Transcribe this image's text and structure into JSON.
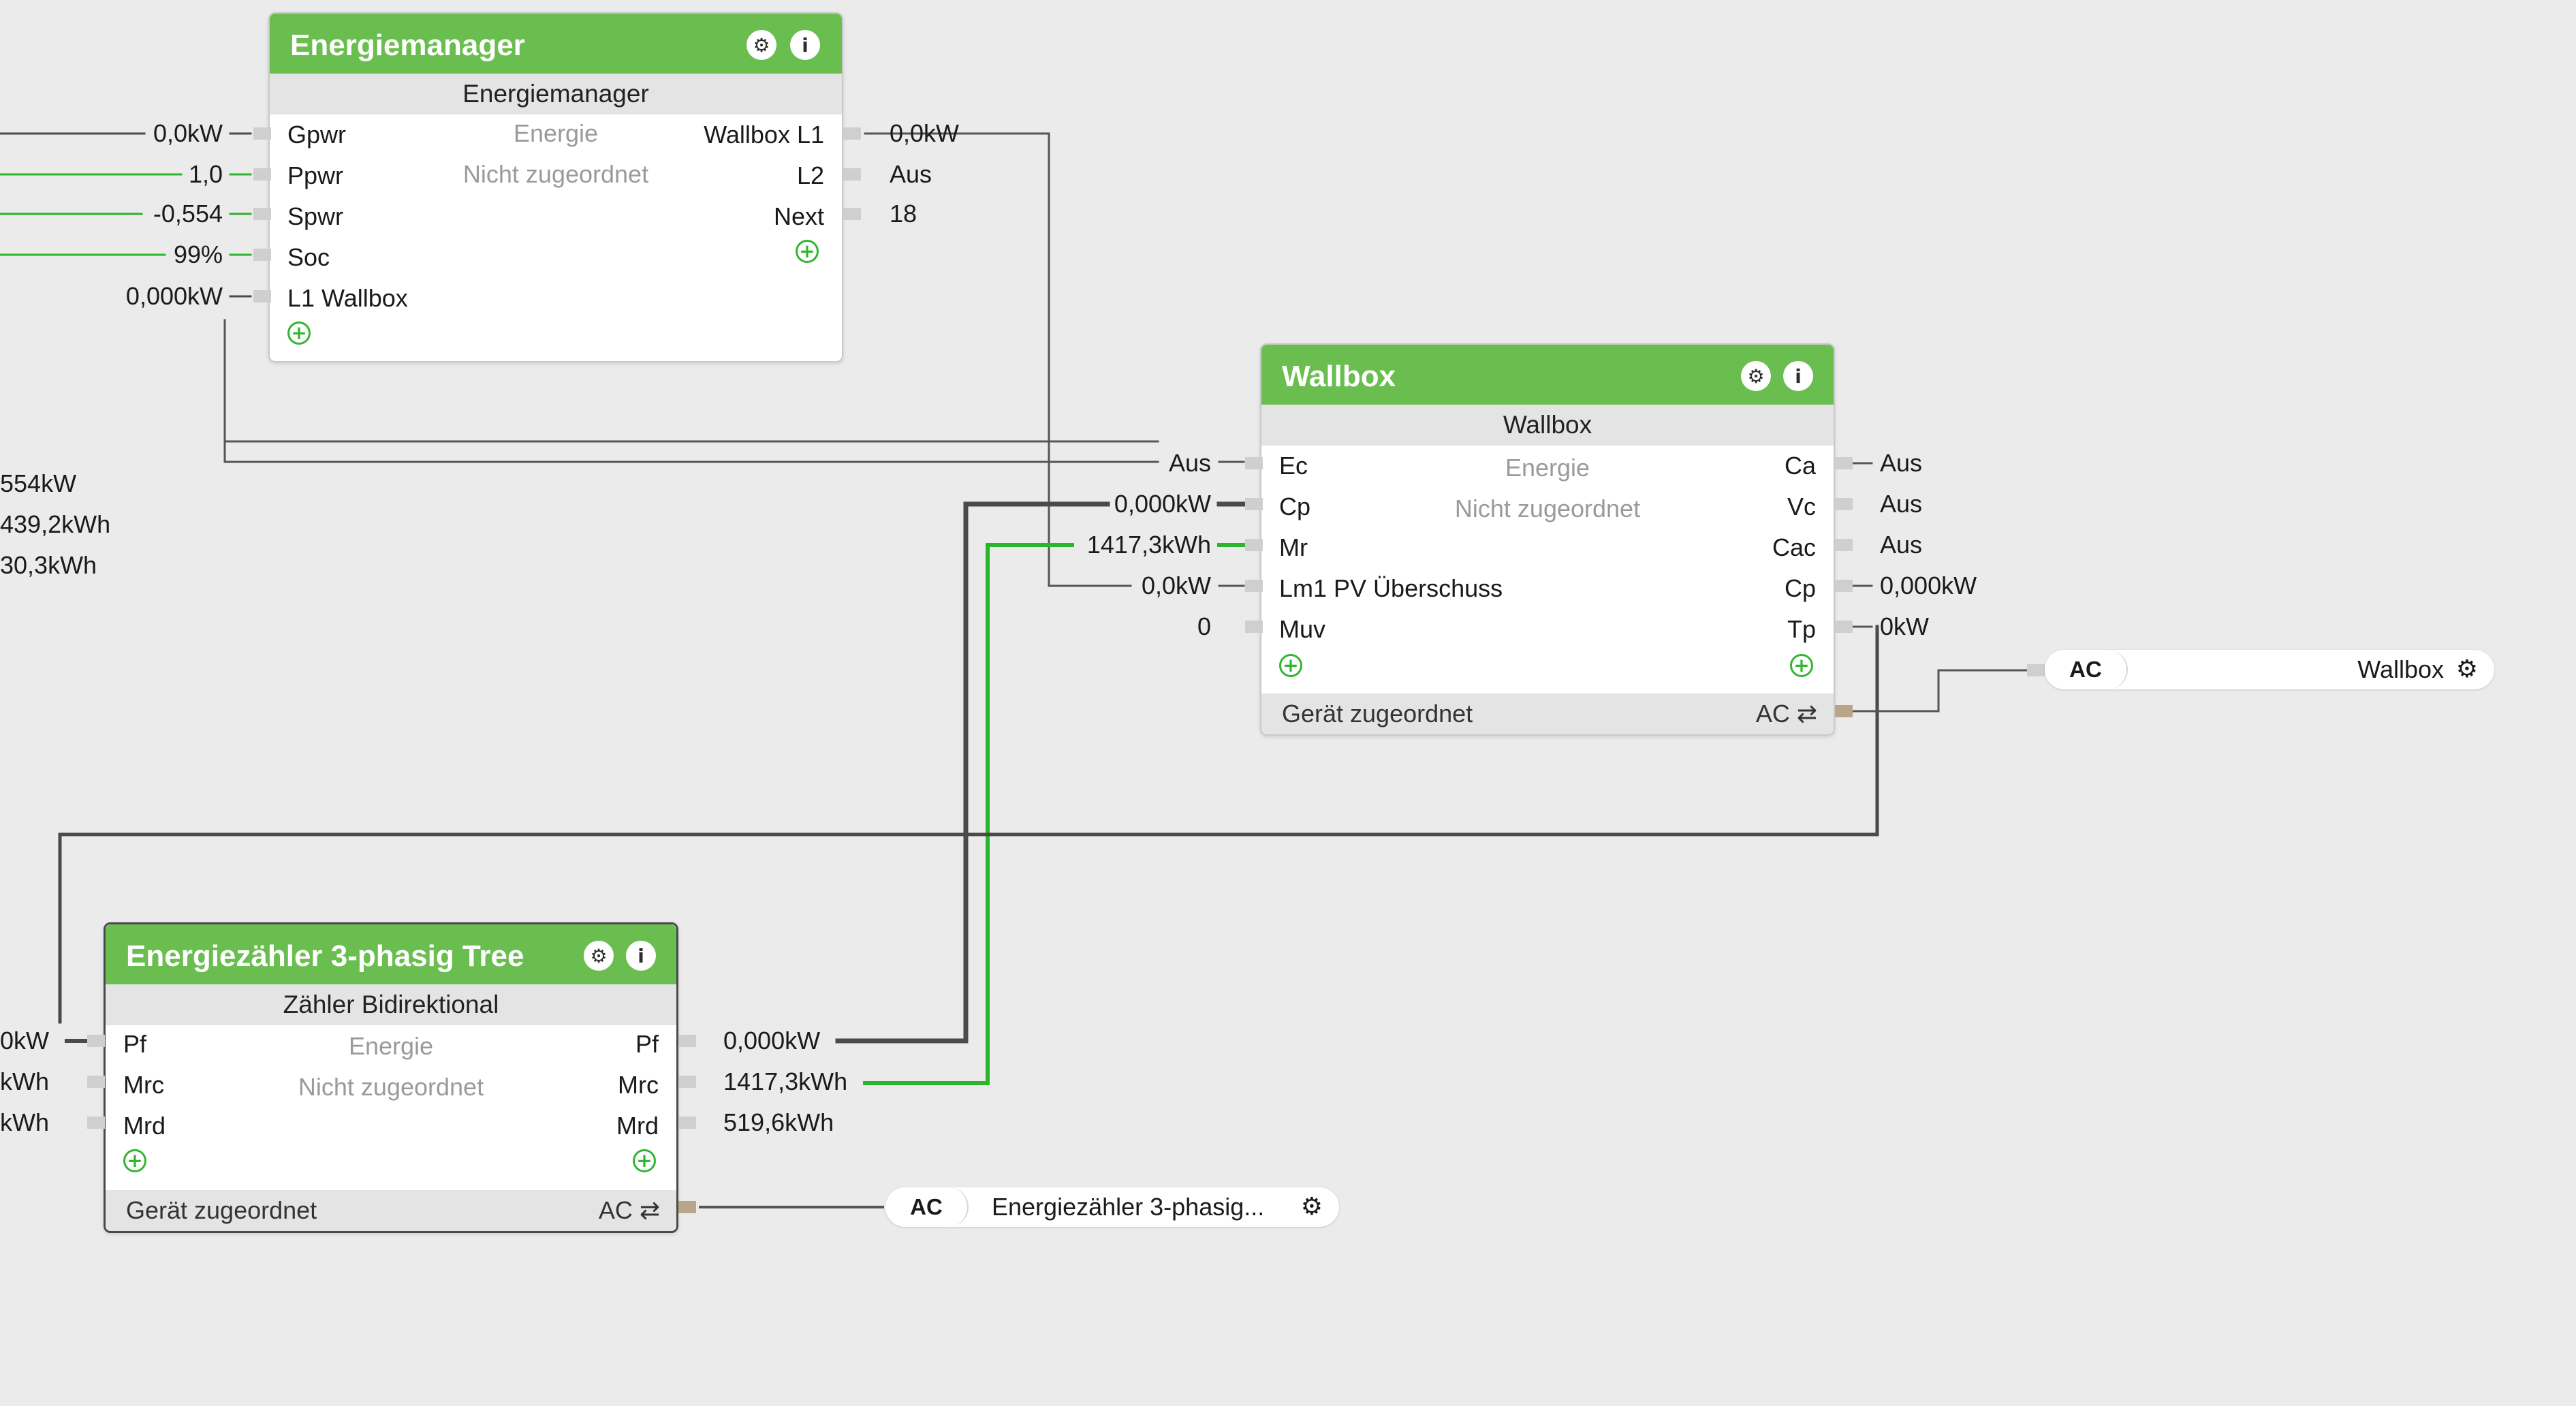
{
  "energy_manager": {
    "title": "Energiemanager",
    "subtitle": "Energiemanager",
    "category": "Energie",
    "assignment": "Nicht zugeordnet",
    "inputs": [
      "Gpwr",
      "Ppwr",
      "Spwr",
      "Soc",
      "L1 Wallbox"
    ],
    "input_values": [
      "0,0kW",
      "1,0",
      "-0,554",
      "99%",
      "0,000kW"
    ],
    "outputs": [
      "Wallbox L1",
      "L2",
      "Next"
    ],
    "output_values": [
      "0,0kW",
      "Aus",
      "18"
    ]
  },
  "wallbox": {
    "title": "Wallbox",
    "subtitle": "Wallbox",
    "category": "Energie",
    "assignment": "Nicht zugeordnet",
    "inputs": [
      "Ec",
      "Cp",
      "Mr",
      "Lm1 PV Überschuss",
      "Muv"
    ],
    "input_values": [
      "Aus",
      "0,000kW",
      "1417,3kWh",
      "0,0kW",
      "0"
    ],
    "outputs": [
      "Ca",
      "Vc",
      "Cac",
      "Cp",
      "Tp"
    ],
    "output_values": [
      "Aus",
      "Aus",
      "Aus",
      "0,000kW",
      "0kW"
    ],
    "footer_label": "Gerät zugeordnet",
    "footer_tag": "AC ⇄",
    "device_tag": "AC",
    "device_name": "Wallbox"
  },
  "meter": {
    "title": "Energiezähler 3-phasig Tree",
    "subtitle": "Zähler Bidirektional",
    "category": "Energie",
    "assignment": "Nicht zugeordnet",
    "inputs": [
      "Pf",
      "Mrc",
      "Mrd"
    ],
    "input_values": [
      "0kW",
      "kWh",
      "kWh"
    ],
    "outputs": [
      "Pf",
      "Mrc",
      "Mrd"
    ],
    "output_values": [
      "0,000kW",
      "1417,3kWh",
      "519,6kWh"
    ],
    "footer_label": "Gerät zugeordnet",
    "footer_tag": "AC ⇄",
    "device_tag": "AC",
    "device_name": "Energiezähler 3-phasig..."
  },
  "left_edge_values": [
    "554kW",
    "439,2kWh",
    "30,3kWh"
  ],
  "colors": {
    "header": "#6abe4f",
    "active_wire": "#2bb52b",
    "wire": "#4a4a4a"
  },
  "icons": {
    "settings": "gear-icon",
    "info": "info-icon",
    "add": "add-pin-icon",
    "swap": "swap-icon"
  }
}
